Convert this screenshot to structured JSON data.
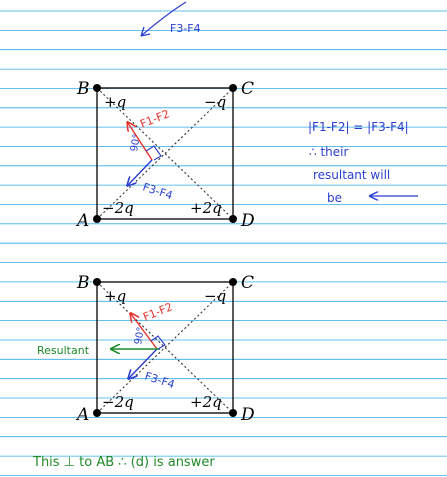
{
  "colors": {
    "rule_line": "#33a9e6",
    "ink_black": "#000000",
    "ink_red": "#e8322c",
    "ink_blue": "#2b3fcf",
    "ink_green": "#1f8a2a",
    "dotted": "#333333"
  },
  "top_note": {
    "label": "F3-F4"
  },
  "diagram_top": {
    "corners": {
      "B": "B",
      "C": "C",
      "A": "A",
      "D": "D"
    },
    "charges": {
      "B": "+q",
      "C": "−q",
      "A": "−2q",
      "D": "+2q"
    },
    "force_red": "F1-F2",
    "force_blue": "F3-F4",
    "angle": "90°"
  },
  "side_note": {
    "line1": "|F1-F2| = |F3-F4|",
    "line2": "∴ their",
    "line3": "resultant will",
    "line4": "be"
  },
  "diagram_bottom": {
    "corners": {
      "B": "B",
      "C": "C",
      "A": "A",
      "D": "D"
    },
    "charges": {
      "B": "+q",
      "C": "−q",
      "A": "−2q",
      "D": "+2q"
    },
    "force_red": "F1-F2",
    "force_blue": "F3-F4",
    "angle": "90°",
    "resultant_label": "Resultant"
  },
  "conclusion": {
    "text": "This ⊥ to AB ∴ (d) is answer"
  }
}
